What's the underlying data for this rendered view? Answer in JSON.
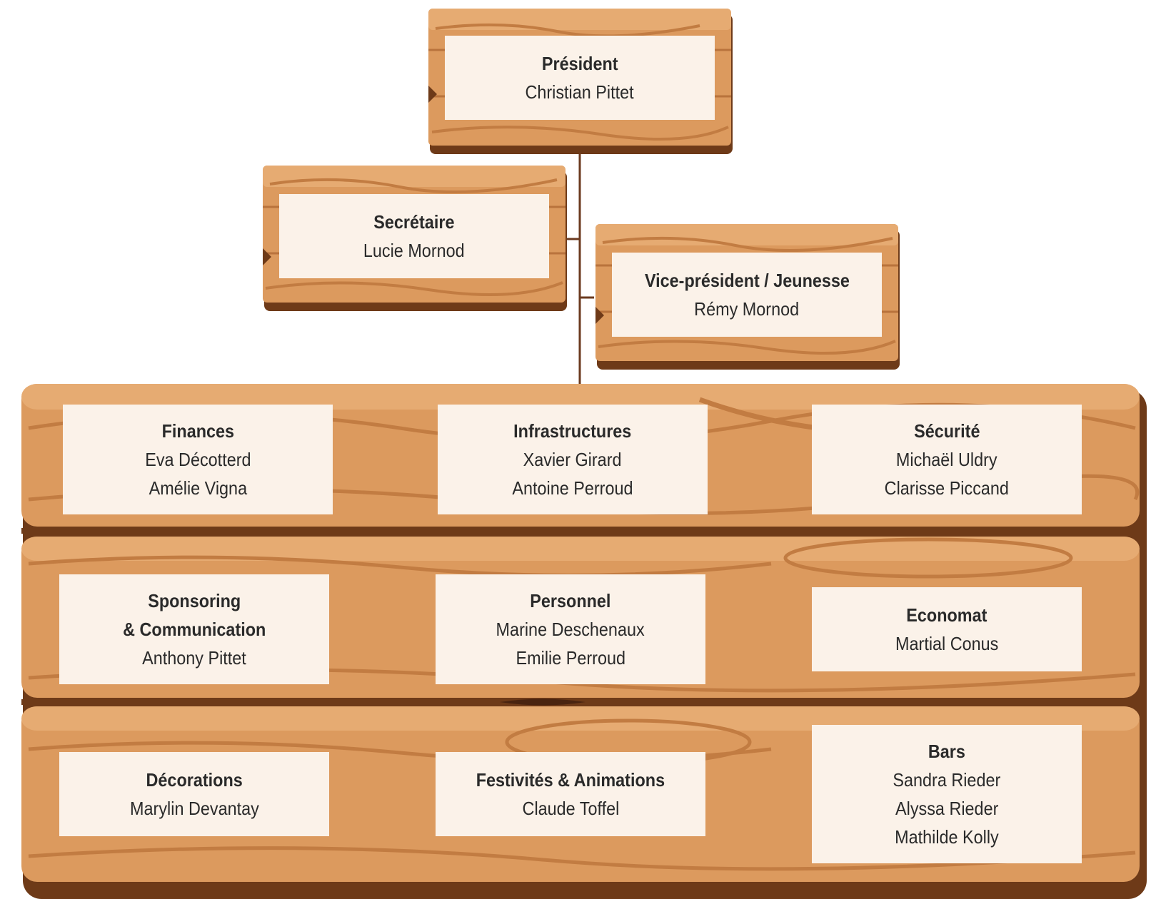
{
  "org_chart": {
    "president": {
      "title": "Président",
      "members": [
        "Christian Pittet"
      ]
    },
    "secretary": {
      "title": "Secrétaire",
      "members": [
        "Lucie Mornod"
      ]
    },
    "vice_president": {
      "title": "Vice-président / Jeunesse",
      "members": [
        "Rémy Mornod"
      ]
    },
    "finances": {
      "title": "Finances",
      "members": [
        "Eva Décotterd",
        "Amélie Vigna"
      ]
    },
    "infrastructures": {
      "title": "Infrastructures",
      "members": [
        "Xavier Girard",
        "Antoine Perroud"
      ]
    },
    "securite": {
      "title": "Sécurité",
      "members": [
        "Michaël Uldry",
        "Clarisse Piccand"
      ]
    },
    "sponsoring": {
      "title_line1": "Sponsoring",
      "title_line2": "& Communication",
      "members": [
        "Anthony Pittet"
      ]
    },
    "personnel": {
      "title": "Personnel",
      "members": [
        "Marine Deschenaux",
        "Emilie Perroud"
      ]
    },
    "economat": {
      "title": "Economat",
      "members": [
        "Martial Conus"
      ]
    },
    "decorations": {
      "title": "Décorations",
      "members": [
        "Marylin Devantay"
      ]
    },
    "festivites": {
      "title": "Festivités & Animations",
      "members": [
        "Claude Toffel"
      ]
    },
    "bars": {
      "title": "Bars",
      "members": [
        "Sandra Rieder",
        "Alyssa Rieder",
        "Mathilde Kolly"
      ]
    }
  },
  "colors": {
    "wood": "#dc9a5e",
    "wood_light": "#e6ab72",
    "wood_grain": "#c27c42",
    "wood_edge": "#6e3a18",
    "connector": "#6b3a1f",
    "card": "#fbf2e9",
    "text": "#2a2a2a"
  }
}
